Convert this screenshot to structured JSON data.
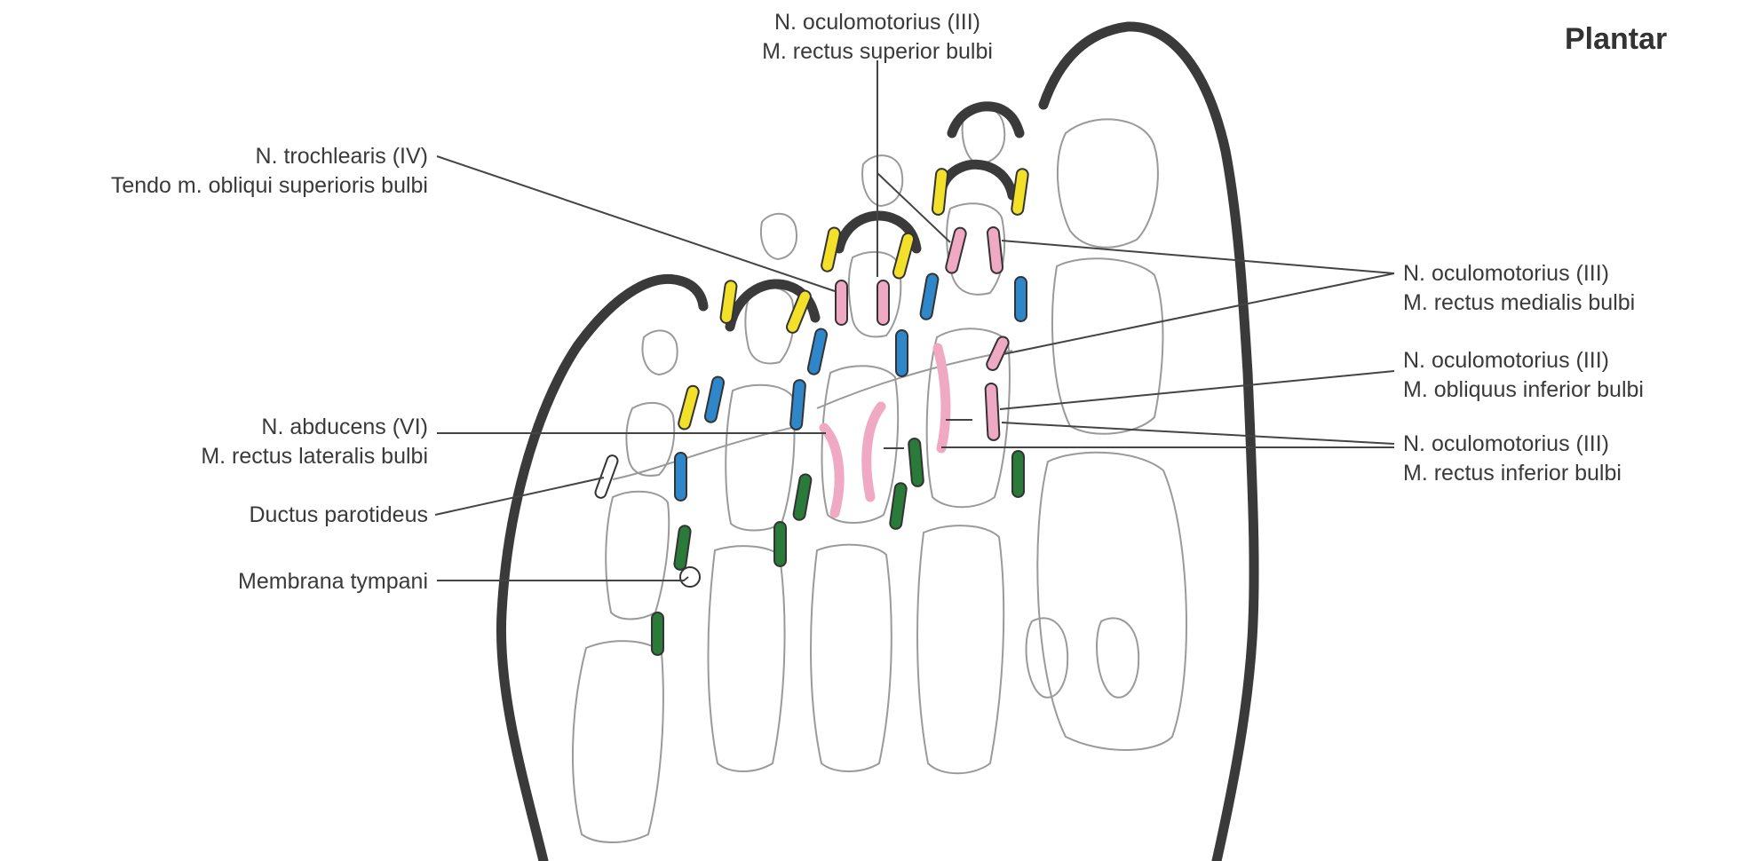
{
  "title": "Plantar",
  "colors": {
    "yellow": "#f2e02a",
    "blue": "#2f86c8",
    "pink": "#efa9c3",
    "green": "#2a7a3a",
    "white": "#ffffff",
    "outline": "#3a3a3a",
    "bone": "#9a9a9a"
  },
  "labels": {
    "oculomotorius_superior": {
      "line1": "N. oculomotorius (III)",
      "line2": "M. rectus superior bulbi"
    },
    "trochlearis": {
      "line1": "N. trochlearis (IV)",
      "line2": "Tendo m. obliqui superioris bulbi"
    },
    "abducens": {
      "line1": "N. abducens (VI)",
      "line2": "M. rectus lateralis bulbi"
    },
    "ductus": {
      "line1": "Ductus parotideus"
    },
    "membrana": {
      "line1": "Membrana tympani"
    },
    "oculomotorius_medialis": {
      "line1": "N. oculomotorius (III)",
      "line2": "M. rectus medialis bulbi"
    },
    "oculomotorius_obliquus": {
      "line1": "N. oculomotorius (III)",
      "line2": "M. obliquus inferior bulbi"
    },
    "oculomotorius_inferior": {
      "line1": "N. oculomotorius (III)",
      "line2": "M. rectus inferior bulbi"
    }
  }
}
